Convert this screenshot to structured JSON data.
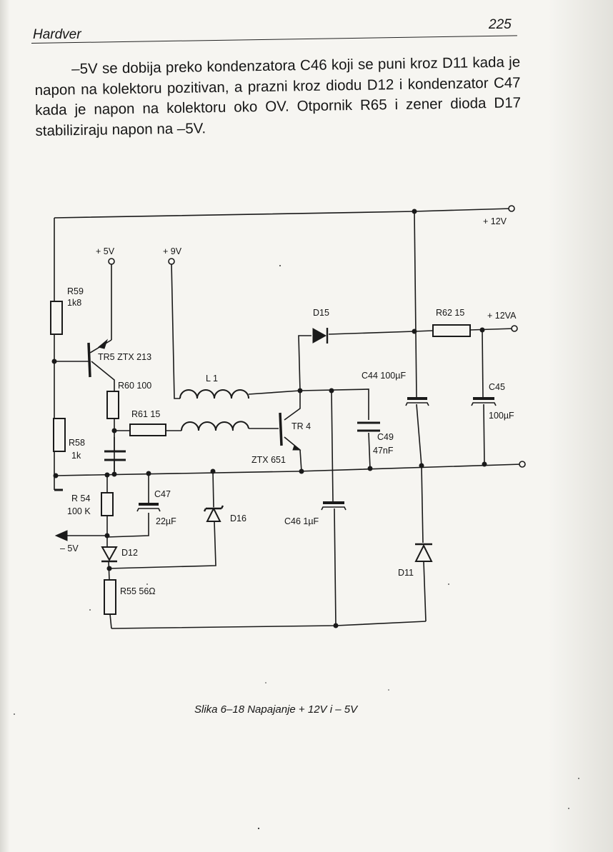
{
  "page": {
    "running_head": "Hardver",
    "page_number": "225",
    "body_text": "–5V se dobija preko kondenzatora C46 koji se puni kroz D11 kada je napon na kolektoru pozitivan, a prazni kroz diodu D12 i kondenzator C47 kada je napon na kolektoru oko OV. Otpornik R65 i zener dioda D17 stabiliziraju napon na –5V.",
    "caption": "Slika 6–18 Napajanje + 12V i – 5V"
  },
  "schematic": {
    "labels": {
      "plus12v": "+ 12V",
      "plus5v": "+ 5V",
      "plus9v": "+ 9V",
      "r59_name": "R59",
      "r59_value": "1k8",
      "tr5": "TR5 ZTX 213",
      "r60": "R60 100",
      "l1": "L 1",
      "r61": "R61 15",
      "tr4": "TR 4",
      "ztx651": "ZTX 651",
      "r58_name": "R58",
      "r58_value": "1k",
      "d15": "D15",
      "r62": "R62 15",
      "plus12va": "+ 12VA",
      "c44": "C44 100µF",
      "c45": "C45",
      "c45_value": "100µF",
      "c49": "C49",
      "c49_value": "47nF",
      "r54_name": "R 54",
      "r54_value": "100 K",
      "c47": "C47",
      "c47_value": "22µF",
      "d16": "D16",
      "c46": "C46 1µF",
      "minus5v": "– 5V",
      "d12": "D12",
      "d11": "D11",
      "r55": "R55 56Ω"
    }
  }
}
